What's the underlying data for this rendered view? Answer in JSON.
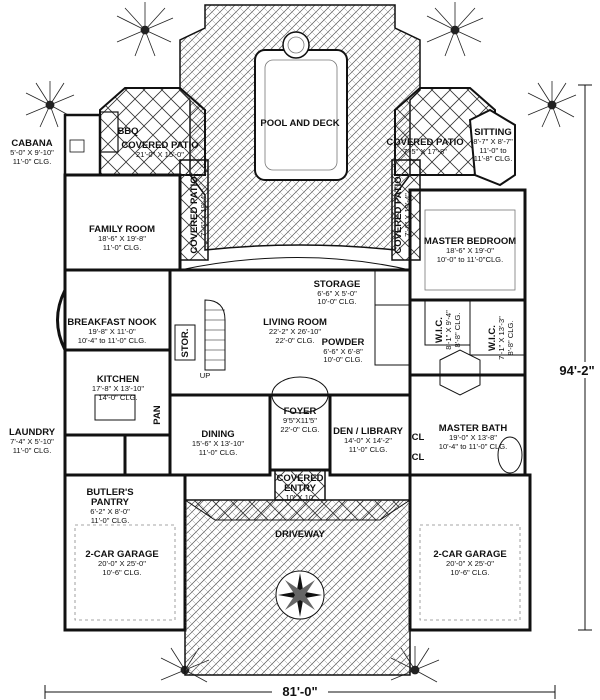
{
  "overall": {
    "width_dimension": "81'-0\"",
    "depth_dimension": "94'-2\""
  },
  "rooms": [
    {
      "id": "pool",
      "name": "POOL AND DECK"
    },
    {
      "id": "patio_left",
      "name": "COVERED PATIO",
      "size": "21'-0\" X 15'-0\""
    },
    {
      "id": "patio_right",
      "name": "COVERED PATIO",
      "size": "7'-5\" X 17'-8\""
    },
    {
      "id": "bbq",
      "name": "BBQ"
    },
    {
      "id": "cabana",
      "name": "CABANA",
      "size": "5'-0\" X 9'-10\"",
      "ceiling": "11'-0\" CLG."
    },
    {
      "id": "sitting",
      "name": "SITTING",
      "size": "8'-7\" X 8'-7\"",
      "ceiling": "11'-0\" to",
      "ceiling2": "11'-8\" CLG."
    },
    {
      "id": "family",
      "name": "FAMILY ROOM",
      "size": "18'-6\" X 19'-8\"",
      "ceiling": "11'-0\" CLG."
    },
    {
      "id": "patio_side_left",
      "name": "COVERED PATIO",
      "size": "7'-6\" X 19'-4\""
    },
    {
      "id": "patio_side_right",
      "name": "COVERED PATIO",
      "size": "7'-6\" X 19'-4\""
    },
    {
      "id": "master_bed",
      "name": "MASTER BEDROOM",
      "size": "18'-6\" X 19'-0\"",
      "ceiling": "10'-0\" to 11'-0\"CLG."
    },
    {
      "id": "storage",
      "name": "STORAGE",
      "size": "6'-6\" X 5'-0\"",
      "ceiling": "10'-0\" CLG."
    },
    {
      "id": "breakfast",
      "name": "BREAKFAST NOOK",
      "size": "19'-8\" X 11'-0\"",
      "ceiling": "10'-4\" to 11'-0\" CLG."
    },
    {
      "id": "living",
      "name": "LIVING ROOM",
      "size": "22'-2\" X 26'-10\"",
      "ceiling": "22'-0\" CLG."
    },
    {
      "id": "stor",
      "name": "STOR."
    },
    {
      "id": "powder",
      "name": "POWDER",
      "size": "6'-6\" X 6'-8\"",
      "ceiling": "10'-0\" CLG."
    },
    {
      "id": "wic1",
      "name": "W.I.C.",
      "size": "8'-1\" X 9'-4\"",
      "ceiling": "8'-8\" CLG."
    },
    {
      "id": "wic2",
      "name": "W.I.C.",
      "size": "7'-1\" X 13'-3\"",
      "ceiling": "8'-8\" CLG."
    },
    {
      "id": "kitchen",
      "name": "KITCHEN",
      "size": "17'-8\" X 13'-10\"",
      "ceiling": "14'-0\" CLG."
    },
    {
      "id": "pan",
      "name": "PAN"
    },
    {
      "id": "laundry",
      "name": "LAUNDRY",
      "size": "7'-4\" X 5'-10\"",
      "ceiling": "11'-0\" CLG."
    },
    {
      "id": "dining",
      "name": "DINING",
      "size": "15'-6\" X 13'-10\"",
      "ceiling": "11'-0\" CLG."
    },
    {
      "id": "foyer",
      "name": "FOYER",
      "size": "9'5\"X11'5\"",
      "ceiling": "22'-0\" CLG."
    },
    {
      "id": "den",
      "name": "DEN / LIBRARY",
      "size": "14'-0\" X 14'-2\"",
      "ceiling": "11'-0\" CLG."
    },
    {
      "id": "master_bath",
      "name": "MASTER BATH",
      "size": "19'-0\" X 13'-8\"",
      "ceiling": "10'-4\" to 11'-0\" CLG."
    },
    {
      "id": "butler",
      "name": "BUTLER'S",
      "name2": "PANTRY",
      "size": "6'-2\" X 8'-0\"",
      "ceiling": "11'-0\" CLG."
    },
    {
      "id": "entry",
      "name": "COVERED",
      "name2": "ENTRY",
      "size": "10' X 10'"
    },
    {
      "id": "driveway",
      "name": "DRIVEWAY"
    },
    {
      "id": "garage_left",
      "name": "2-CAR GARAGE",
      "size": "20'-0\" X 25'-0\"",
      "ceiling": "10'-6\" CLG."
    },
    {
      "id": "garage_right",
      "name": "2-CAR GARAGE",
      "size": "20'-0\" X 25'-0\"",
      "ceiling": "10'-6\" CLG."
    }
  ],
  "small_labels": {
    "cl1": "CL",
    "cl2": "CL",
    "up": "UP"
  },
  "colors": {
    "wall": "#111111",
    "hatch": "#555555",
    "paper": "#ffffff"
  }
}
